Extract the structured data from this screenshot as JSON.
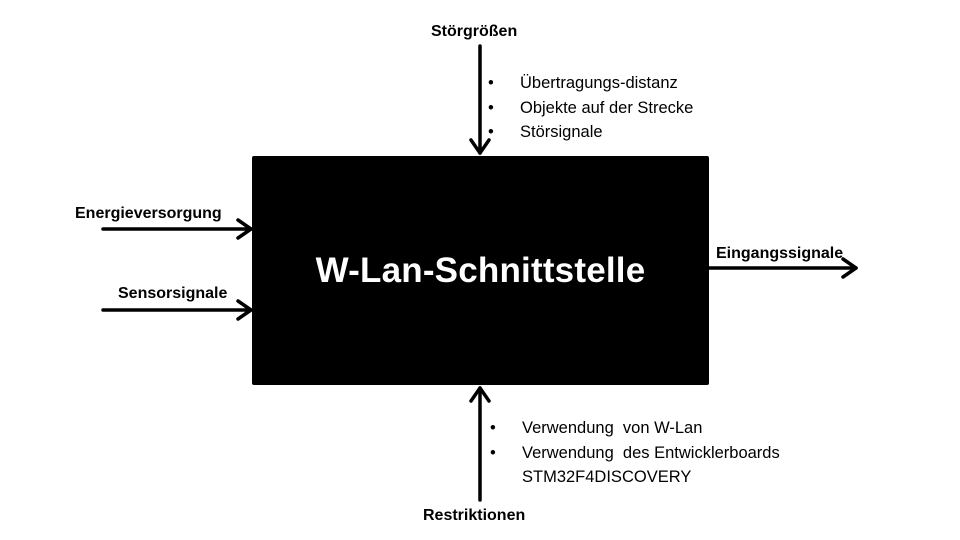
{
  "diagram": {
    "box_title": "W-Lan-Schnittstelle",
    "top_label": "Störgrößen",
    "top_items": [
      "Übertragungs-distanz",
      "Objekte auf der Strecke",
      "Störsignale"
    ],
    "bottom_label": "Restriktionen",
    "bottom_items": [
      {
        "line1": "Verwendung  von W-Lan",
        "line2": ""
      },
      {
        "line1": "Verwendung  des Entwicklerboards",
        "line2": "STM32F4DISCOVERY"
      }
    ],
    "left_inputs": [
      "Energieversorgung",
      "Sensorsignale"
    ],
    "right_output": "Eingangssignale"
  }
}
